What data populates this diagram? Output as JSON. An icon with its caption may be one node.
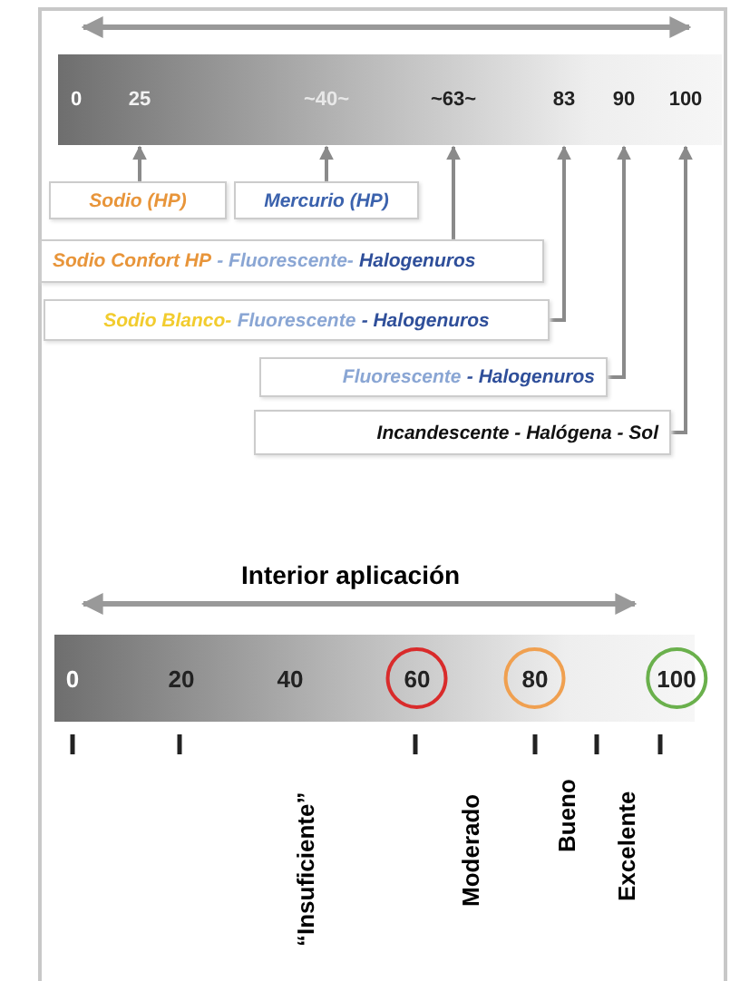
{
  "diagram": {
    "nodes": [
      {
        "text": [],
        "shape": "bar"
      },
      {
        "text": [
          "0"
        ],
        "in": 0
      },
      {
        "text": [
          "25"
        ],
        "in": 0
      },
      {
        "text": [
          "~40~"
        ],
        "in": 0
      },
      {
        "text": [
          "~63~"
        ],
        "in": 0
      },
      {
        "text": [
          "83"
        ],
        "in": 0
      },
      {
        "text": [
          "90"
        ],
        "in": 0
      },
      {
        "text": [
          "100"
        ],
        "in": 0
      },
      {
        "text": [
          "Sodio (HP)"
        ]
      },
      {
        "text": [
          "Mercurio (HP)"
        ]
      },
      {
        "text": [
          "Sodio Confort HP",
          "- Fluorescente-",
          "Halogenuros"
        ]
      },
      {
        "text": [
          "Sodio Blanco-",
          "Fluorescente",
          "- Halogenuros"
        ]
      },
      {
        "text": [
          "Fluorescente",
          "- Halogenuros"
        ]
      },
      {
        "text": [
          "Incandescente - Halógena - Sol"
        ]
      },
      {
        "text": [],
        "shape": "bar"
      },
      {
        "text": [
          "0"
        ],
        "in": 14
      },
      {
        "text": [
          "20"
        ],
        "in": 14
      },
      {
        "text": [
          "40"
        ],
        "in": 14
      },
      {
        "text": [
          "60"
        ],
        "in": 14
      },
      {
        "text": [
          "80"
        ],
        "in": 14
      },
      {
        "text": [
          "100"
        ],
        "in": 14
      }
    ],
    "edges": [
      {
        "from": 8,
        "to": 2,
        "arrow": "to"
      },
      {
        "from": 9,
        "to": 3,
        "arrow": "to"
      },
      {
        "from": 10,
        "to": 4,
        "arrow": "to"
      },
      {
        "from": 11,
        "to": 5,
        "arrow": "to"
      },
      {
        "from": 12,
        "to": 6,
        "arrow": "to"
      },
      {
        "from": 13,
        "to": 7,
        "arrow": "to"
      }
    ],
    "labels": [
      "Interior aplicación",
      "“Insuficiente”",
      "Moderado",
      "Bueno",
      "Excelente"
    ]
  }
}
